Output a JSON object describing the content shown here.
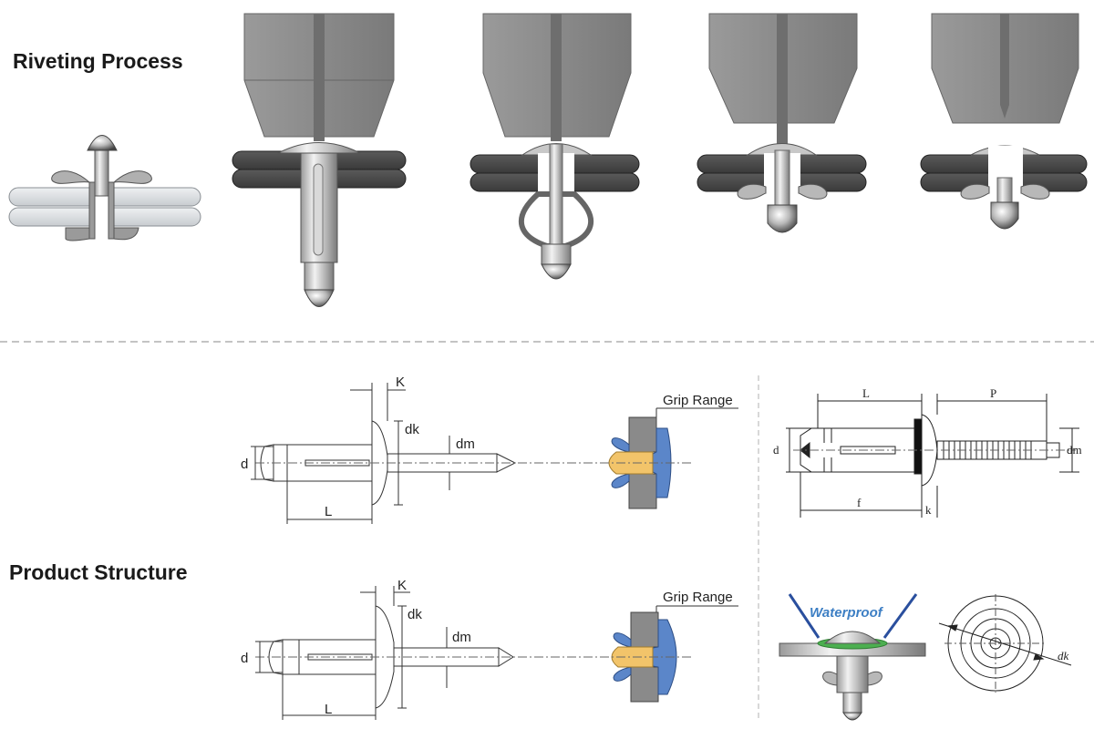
{
  "headings": {
    "riveting_process": "Riveting Process",
    "product_structure": "Product Structure"
  },
  "drawing_row_1": {
    "k": "K",
    "dk": "dk",
    "dm": "dm",
    "d": "d",
    "l": "L",
    "grip_range": "Grip Range"
  },
  "drawing_row_2": {
    "k": "K",
    "dk": "dk",
    "dm": "dm",
    "d": "d",
    "l": "L",
    "grip_range": "Grip Range"
  },
  "structural_drawing": {
    "l": "L",
    "p": "P",
    "d": "d",
    "dm": "dm",
    "f": "f",
    "k": "k"
  },
  "waterproof_label": "Waterproof",
  "top_view": {
    "dk": "dk"
  },
  "colors": {
    "tool_gray": "#8a8a8a",
    "sheet_dark": "#4a4a4a",
    "sheet_light": "#d9dde0",
    "rivet_blue": "#5b86c9",
    "mandrel_gold": "#f2c46a",
    "waterproof_blue": "#2a4f9e"
  }
}
